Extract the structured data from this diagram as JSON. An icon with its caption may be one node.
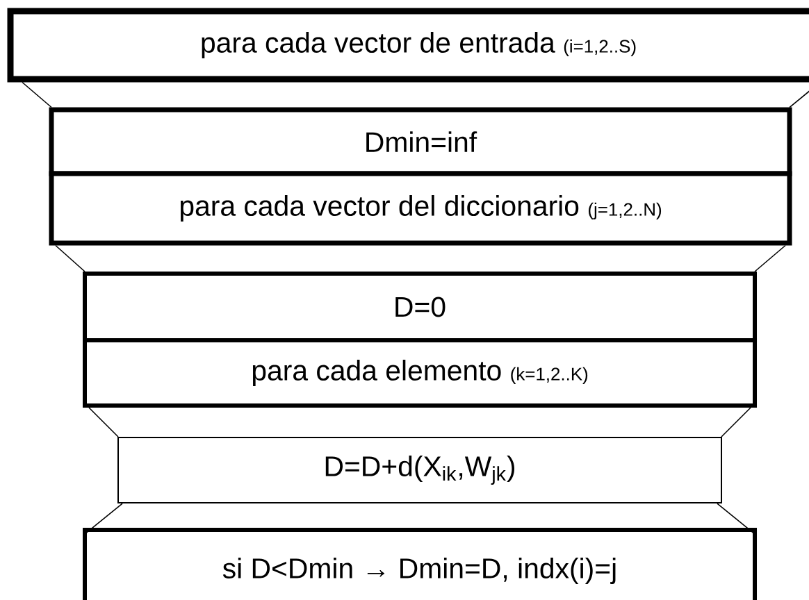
{
  "diagram": {
    "nodes": [
      {
        "text": [
          "para cada vector de entrada",
          "(i=1,2..S)"
        ]
      },
      {
        "text": [
          "Dmin=inf"
        ]
      },
      {
        "text": [
          "para cada vector del diccionario",
          "(j=1,2..N)"
        ]
      },
      {
        "text": [
          "D=0"
        ]
      },
      {
        "text": [
          "para cada elemento",
          "(k=1,2..K)"
        ]
      },
      {
        "text": [
          "D=D+d(X$_{ik}$,W$_{jk}$)"
        ]
      },
      {
        "text": [
          "si D<Dmin → Dmin=D, indx(i)=j"
        ]
      }
    ],
    "edges": [
      {
        "from": 0,
        "to": 1,
        "arrow": "none"
      },
      {
        "from": 0,
        "to": 1,
        "arrow": "none"
      },
      {
        "from": 2,
        "to": 3,
        "arrow": "none"
      },
      {
        "from": 2,
        "to": 3,
        "arrow": "none"
      },
      {
        "from": 4,
        "to": 5,
        "arrow": "none"
      },
      {
        "from": 4,
        "to": 5,
        "arrow": "none"
      },
      {
        "from": 5,
        "to": 6,
        "arrow": "none"
      },
      {
        "from": 5,
        "to": 6,
        "arrow": "none"
      }
    ]
  }
}
